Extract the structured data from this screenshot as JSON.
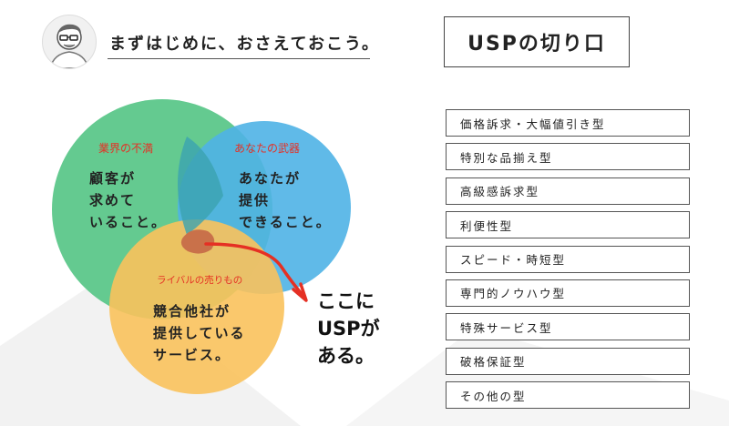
{
  "header": {
    "headline": "まずはじめに、おさえておこう。",
    "title": "USPの切り口"
  },
  "venn": {
    "circle_left": {
      "tag": "業界の不満",
      "line1": "顧客が",
      "line2": "求めて",
      "line3": "いること。",
      "color": "#5cc78a"
    },
    "circle_right": {
      "tag": "あなたの武器",
      "line1": "あなたが",
      "line2": "提供",
      "line3": "できること。",
      "color": "#4fb3e6"
    },
    "circle_bottom": {
      "tag": "ライバルの売りもの",
      "line1": "競合他社が",
      "line2": "提供している",
      "line3": "サービス。",
      "color": "#f9c25c"
    },
    "callout": {
      "line1": "ここに",
      "line2": "USPが",
      "line3": "ある。"
    }
  },
  "usp_types": [
    {
      "label": "価格訴求・大幅値引き型"
    },
    {
      "label": "特別な品揃え型"
    },
    {
      "label": "高級感訴求型"
    },
    {
      "label": "利便性型"
    },
    {
      "label": "スピード・時短型"
    },
    {
      "label": "専門的ノウハウ型"
    },
    {
      "label": "特殊サービス型"
    },
    {
      "label": "破格保証型"
    },
    {
      "label": "その他の型"
    }
  ],
  "colors": {
    "accent_red": "#e53024",
    "center_blob": "#c9714a"
  }
}
